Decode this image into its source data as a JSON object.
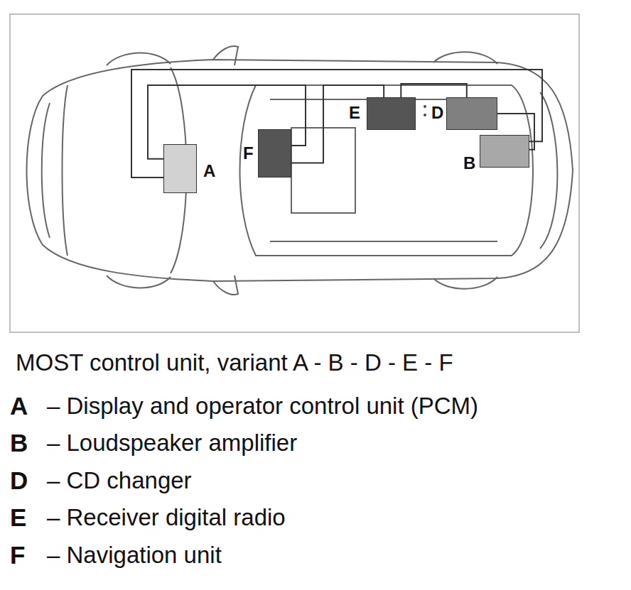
{
  "diagram": {
    "caption": "MOST control unit, variant A - B - D - E - F",
    "nodes": [
      {
        "text": [
          "A"
        ]
      },
      {
        "text": [
          "F"
        ]
      },
      {
        "text": [
          "E"
        ]
      },
      {
        "text": [
          "D"
        ]
      },
      {
        "text": [
          "B"
        ]
      }
    ],
    "edges": [
      {
        "from": 0,
        "to": 1,
        "arrow": "none"
      },
      {
        "from": 1,
        "to": 2,
        "arrow": "none"
      },
      {
        "from": 2,
        "to": 3,
        "arrow": "none"
      },
      {
        "from": 3,
        "to": 4,
        "arrow": "none"
      },
      {
        "from": 4,
        "to": 0,
        "arrow": "none"
      }
    ],
    "labels": [
      "A",
      "– Display and operator control unit (PCM)",
      "B",
      "– Loudspeaker amplifier",
      "D",
      "– CD changer",
      "E",
      "– Receiver digital radio",
      "F",
      "– Navigation unit"
    ]
  }
}
